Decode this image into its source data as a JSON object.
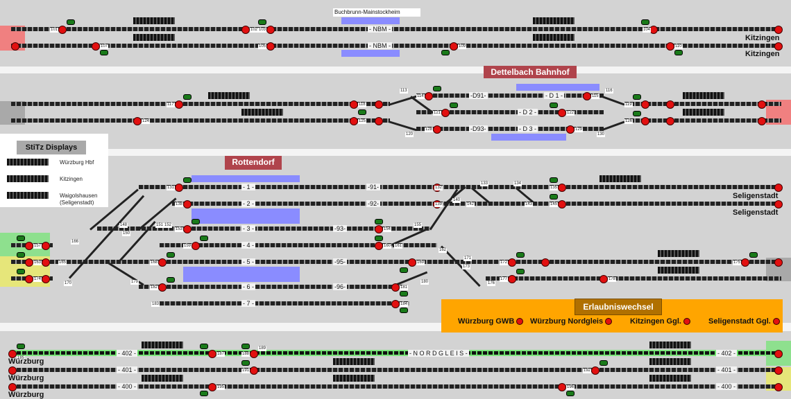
{
  "top_caption": "Buchbrunn-Mainstockheim",
  "stations": {
    "dettelbach": "Dettelbach Bahnhof",
    "rottendorf": "Rottendorf"
  },
  "legend": {
    "title": "StiTz Displays",
    "rows": [
      "Würzburg Hbf",
      "Kitzingen",
      "Waigolshausen",
      "(Seligenstadt)"
    ]
  },
  "track_labels": {
    "nbm1": "- NBM -",
    "nbm2": "- NBM -",
    "d91": "-D91-",
    "d1": "- D 1 -",
    "d2": "- D 2 -",
    "d93": "-D93-",
    "d3": "- D 3 -",
    "r1": "- 1 -",
    "r2": "- 2 -",
    "r3": "- 3 -",
    "r4": "- 4 -",
    "r5": "- 5 -",
    "r6": "- 6 -",
    "r7": "- 7 -",
    "r91": "-91-",
    "r92": "-92-",
    "r93": "-93-",
    "r95": "-95-",
    "r96": "-96-",
    "b402a": "- 402 -",
    "b401a": "- 401 -",
    "b400a": "- 400 -",
    "nordgleis": "- N O R D G L E I S -",
    "b402b": "- 402 -",
    "b401b": "- 401 -",
    "b400b": "- 400 -"
  },
  "destinations": {
    "kitzingen1": "Kitzingen",
    "kitzingen2": "Kitzingen",
    "seligenstadt1": "Seligenstadt",
    "seligenstadt2": "Seligenstadt",
    "wuerzburg1": "Würzburg",
    "wuerzburg2": "Würzburg",
    "wuerzburg3": "Würzburg"
  },
  "erlaubniswechsel": {
    "title": "Erlaubniswechsel",
    "items": [
      "Würzburg GWB",
      "Würzburg Nordgleis",
      "Kitzingen Ggl.",
      "Seligenstadt Ggl."
    ]
  },
  "signal_numbers": [
    "101",
    "102",
    "103",
    "104",
    "105",
    "107",
    "109",
    "110",
    "111",
    "113",
    "114",
    "115",
    "116",
    "117",
    "118",
    "119",
    "120",
    "121",
    "122",
    "123",
    "124",
    "125",
    "126",
    "128",
    "129",
    "130",
    "131",
    "132",
    "133",
    "134",
    "135",
    "136",
    "138",
    "139",
    "140",
    "141",
    "142",
    "143",
    "144",
    "145",
    "148",
    "150",
    "151",
    "152",
    "153",
    "154",
    "155",
    "157",
    "159",
    "160",
    "161",
    "162",
    "163",
    "164",
    "165",
    "166",
    "168",
    "169",
    "170",
    "171",
    "172",
    "173",
    "174",
    "175",
    "176",
    "177",
    "178",
    "179",
    "180",
    "181",
    "182",
    "183",
    "184",
    "185",
    "187",
    "188",
    "189",
    "191",
    "192",
    "195",
    "196"
  ],
  "colors": {
    "background": "#d3d3d3",
    "band": "#f4f4f4",
    "station_header": "#b0444c",
    "platform": "#8a8cff",
    "signal_red": "#e21010",
    "erlaubnis_bg": "#ffa500",
    "nordgleis_green": "#66e066"
  }
}
